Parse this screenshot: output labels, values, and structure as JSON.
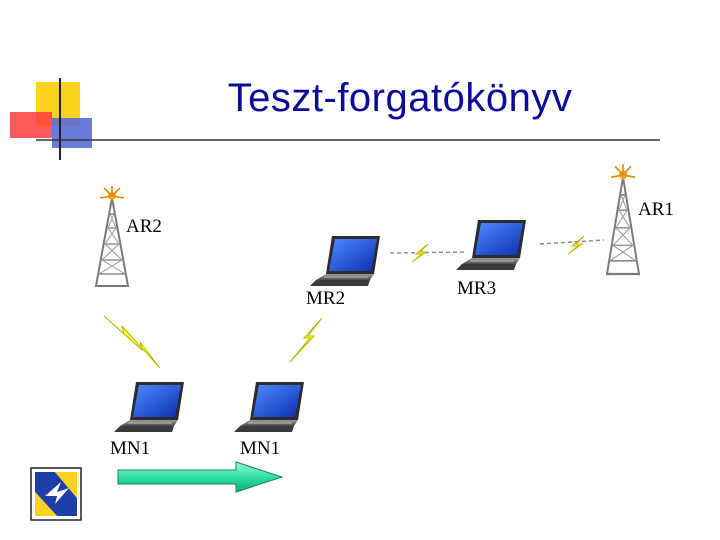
{
  "slide": {
    "title": "Teszt-forgatókönyv",
    "nodes": {
      "ar2": "AR2",
      "ar1": "AR1",
      "mr2": "MR2",
      "mr3": "MR3",
      "mn1_start": "MN1",
      "mn1_end": "MN1"
    }
  },
  "colors": {
    "title": "#0b0b9a",
    "deco_yellow": "#ffd21f",
    "deco_red": "#ff3b3b",
    "deco_blue": "#5a6cd6",
    "screen_blue": "#1f4fe0",
    "arrow_green": "#2fe0a8",
    "bolt_yellow": "#ffff33"
  },
  "icons": [
    "antenna-tower-icon",
    "laptop-icon",
    "lightning-bolt-icon",
    "arrow-right-icon",
    "logo-icon"
  ]
}
